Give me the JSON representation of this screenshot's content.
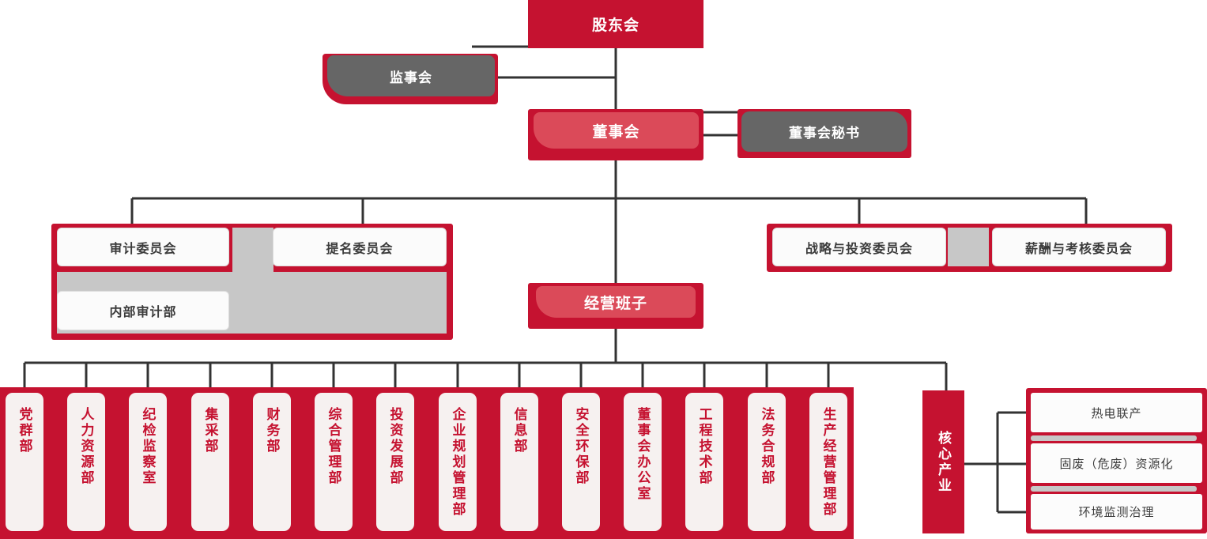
{
  "colors": {
    "red": "#C51230",
    "red_light": "#DB4A59",
    "gray_dark": "#666666",
    "gray_light": "#C7C7C7",
    "card_bg": "#F6F1F0",
    "box_bg": "#FBFBFB",
    "line": "#333333",
    "text_dark": "#3B3B3B"
  },
  "nodes": {
    "shareholders": "股东会",
    "supervisory_board": "监事会",
    "board": "董事会",
    "board_secretary": "董事会秘书",
    "audit_committee": "审计委员会",
    "nomination_committee": "提名委员会",
    "internal_audit_dept": "内部审计部",
    "strategy_investment_committee": "战略与投资委员会",
    "compensation_assessment_committee": "薪酬与考核委员会",
    "management_team": "经营班子",
    "core_industry": "核心产业"
  },
  "departments": [
    "党群部",
    "人力资源部",
    "纪检监察室",
    "集采部",
    "财务部",
    "综合管理部",
    "投资发展部",
    "企业规划管理部",
    "信息部",
    "安全环保部",
    "董事会办公室",
    "工程技术部",
    "法务合规部",
    "生产经营管理部"
  ],
  "industries": [
    "热电联产",
    "固废（危废）资源化",
    "环境监测治理"
  ]
}
